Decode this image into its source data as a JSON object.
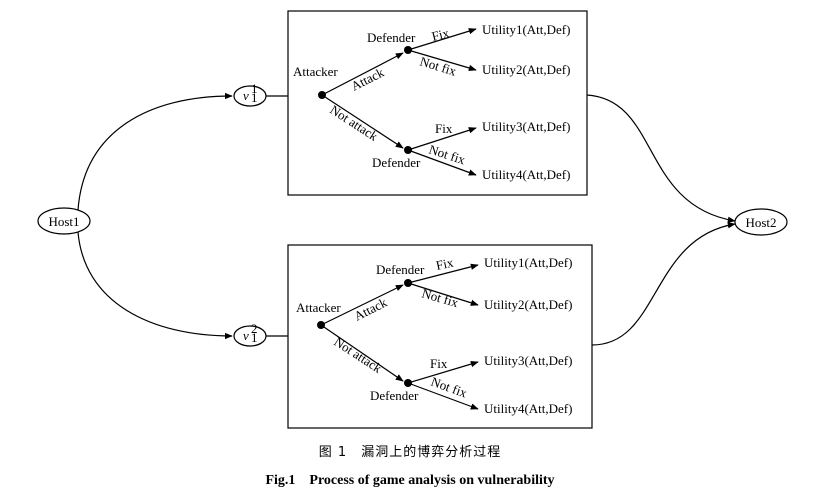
{
  "nodes": {
    "host1": "Host1",
    "host2": "Host2",
    "v1_base": "v",
    "v1_sup": "1",
    "v1_sub": "1",
    "v2_base": "v",
    "v2_sup": "2",
    "v2_sub": "1"
  },
  "game_top": {
    "attacker": "Attacker",
    "defender_upper": "Defender",
    "defender_lower": "Defender",
    "attack": "Attack",
    "not_attack": "Not attack",
    "fix_1": "Fix",
    "not_fix_1": "Not fix",
    "fix_2": "Fix",
    "not_fix_2": "Not fix",
    "utility1": "Utility1(Att,Def)",
    "utility2": "Utility2(Att,Def)",
    "utility3": "Utility3(Att,Def)",
    "utility4": "Utility4(Att,Def)"
  },
  "game_bottom": {
    "attacker": "Attacker",
    "defender_upper": "Defender",
    "defender_lower": "Defender",
    "attack": "Attack",
    "not_attack": "Not attack",
    "fix_1": "Fix",
    "not_fix_1": "Not fix",
    "fix_2": "Fix",
    "not_fix_2": "Not fix",
    "utility1": "Utility1(Att,Def)",
    "utility2": "Utility2(Att,Def)",
    "utility3": "Utility3(Att,Def)",
    "utility4": "Utility4(Att,Def)"
  },
  "caption": {
    "chinese": "图 1　漏洞上的博弈分析过程",
    "english": "Fig.1　Process of game analysis on vulnerability"
  }
}
